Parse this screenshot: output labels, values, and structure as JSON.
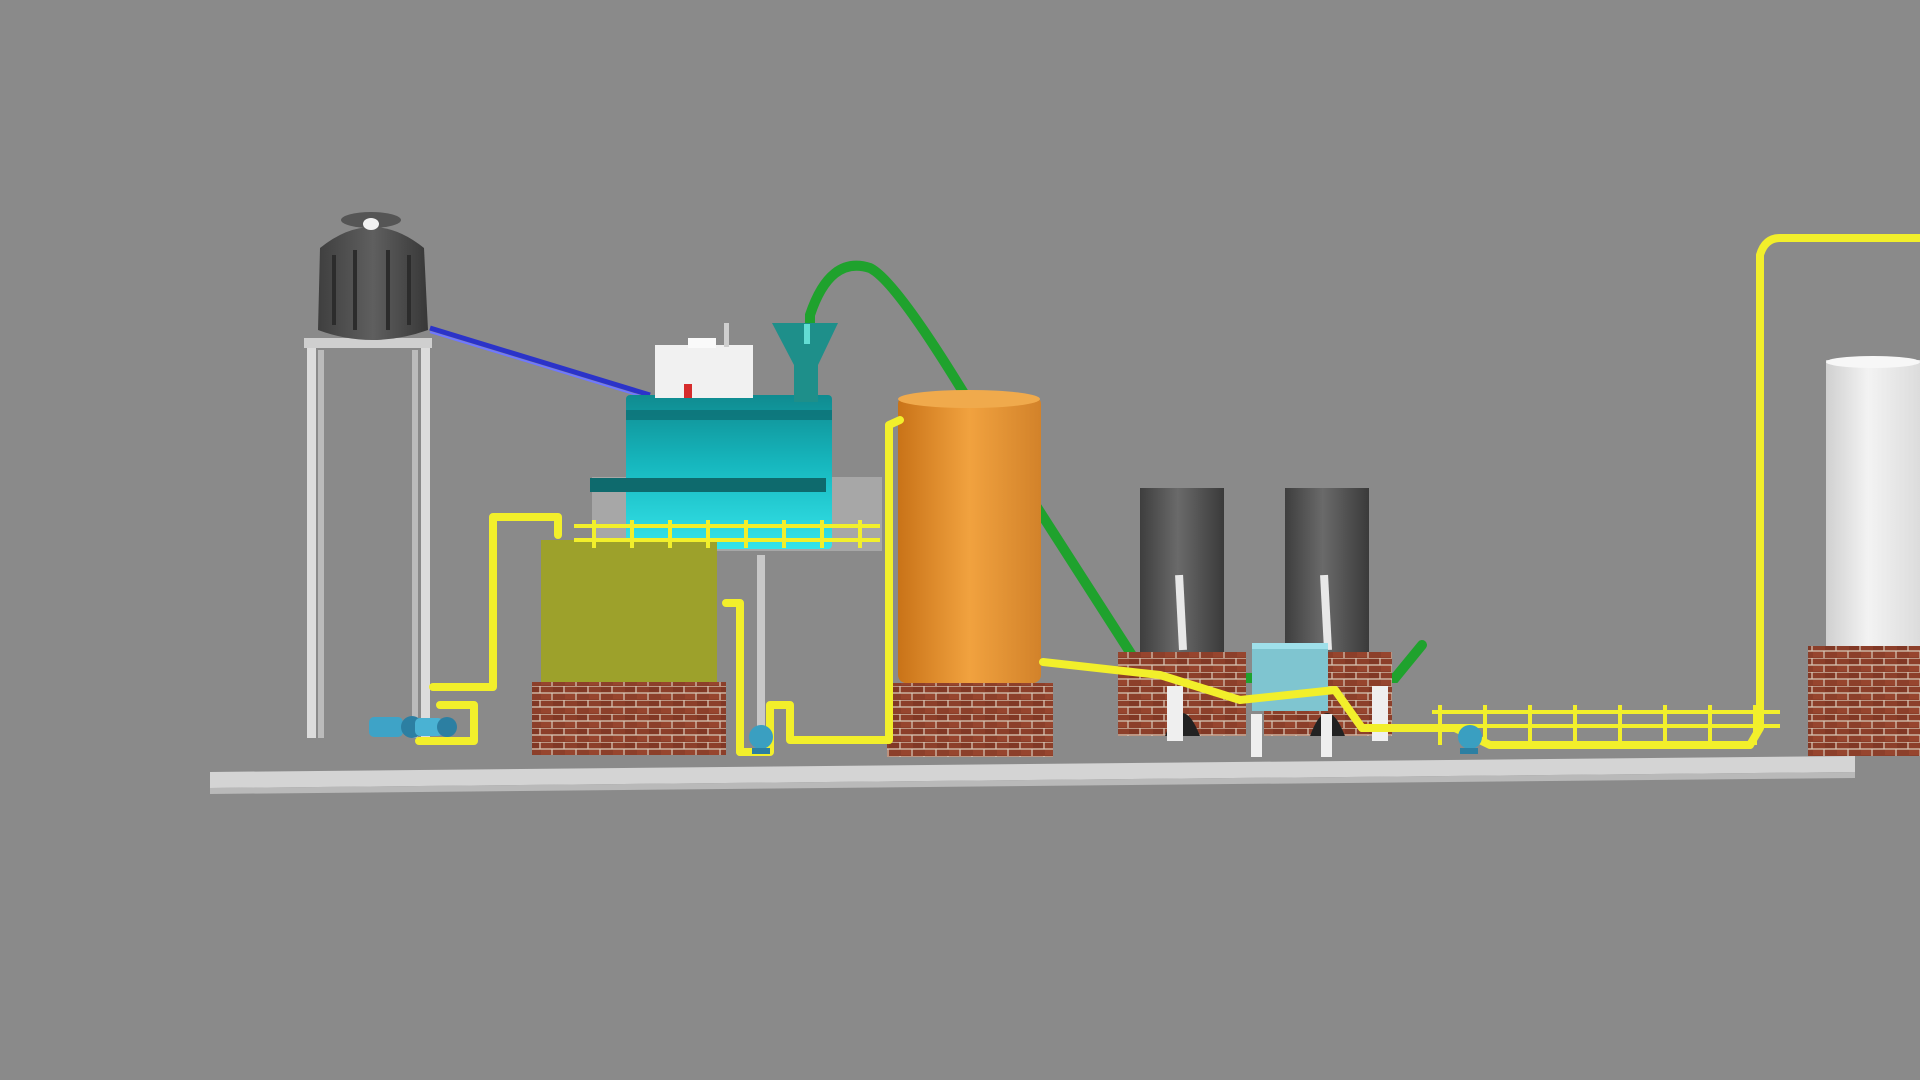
{
  "scene": {
    "background": "#8a8a8a",
    "components": [
      {
        "name": "elevated-water-tank",
        "color": "#4a4a4a"
      },
      {
        "name": "reactor-drum",
        "color": "#17b8c2"
      },
      {
        "name": "feed-hopper",
        "color": "#1e8f8a"
      },
      {
        "name": "settling-tank",
        "color": "#9da12b"
      },
      {
        "name": "orange-vertical-tank",
        "color": "#e0922f"
      },
      {
        "name": "dark-cylinder-tank",
        "color": "#4b4b4b"
      },
      {
        "name": "control-panel-box",
        "color": "#7fc5d0"
      },
      {
        "name": "white-storage-tank",
        "color": "#e9e9e9"
      },
      {
        "name": "brick-base",
        "color": "#8c3f2a"
      },
      {
        "name": "pump",
        "color": "#3ea3c7"
      }
    ],
    "pipes": {
      "yellow": "#f2ef2b",
      "green": "#1fa22d",
      "blue": "#2b33c9"
    },
    "icons": [
      "pump-icon",
      "valve-icon",
      "tank-icon",
      "pipe-icon"
    ]
  }
}
